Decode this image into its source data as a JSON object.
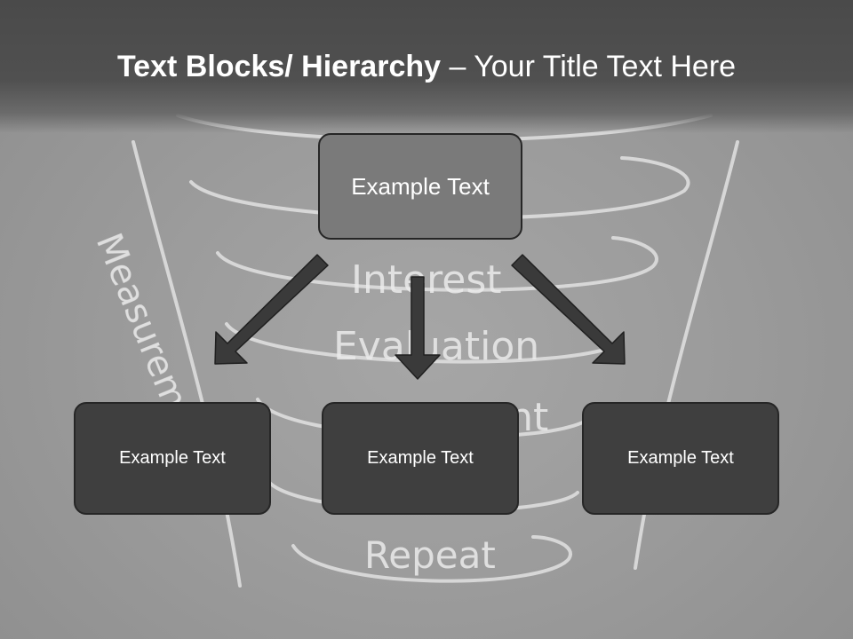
{
  "title": {
    "bold_part": "Text Blocks/ Hierarchy",
    "regular_part": " – Your Title Text Here"
  },
  "background": {
    "chalk_words": [
      "Measurement",
      "Interest",
      "Evaluation",
      "ent",
      "Repeat"
    ]
  },
  "hierarchy": {
    "root": {
      "label": "Example Text"
    },
    "children": [
      {
        "label": "Example Text"
      },
      {
        "label": "Example Text"
      },
      {
        "label": "Example Text"
      }
    ]
  },
  "colors": {
    "title_band": "#4a4a4a",
    "root_box": "#7a7a7a",
    "child_box": "#3f3f3f",
    "arrow": "#3a3a3a",
    "chalk": "#e6e6e6"
  }
}
